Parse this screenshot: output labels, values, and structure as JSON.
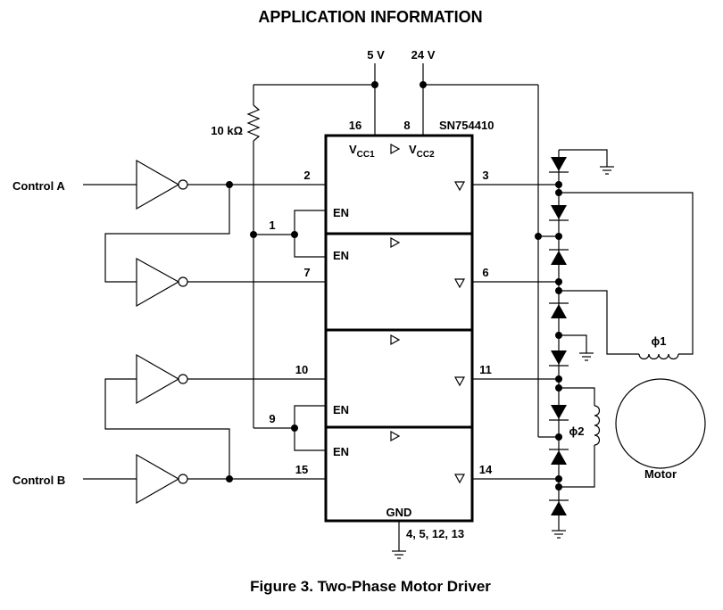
{
  "header": {
    "title": "APPLICATION INFORMATION"
  },
  "caption": "Figure 3. Two-Phase Motor Driver",
  "supplies": {
    "v5": "5 V",
    "v24": "24 V"
  },
  "resistor": {
    "label": "10 kΩ"
  },
  "chip": {
    "name": "SN754410",
    "vcc1": "V",
    "vcc1_sub": "CC1",
    "vcc2": "V",
    "vcc2_sub": "CC2",
    "gnd": "GND",
    "gnd_pins": "4, 5, 12, 13",
    "en_label": "EN"
  },
  "pins": {
    "vcc1": "16",
    "vcc2": "8",
    "in1": "2",
    "en12": "1",
    "in2": "7",
    "in3": "10",
    "en34": "9",
    "in4": "15",
    "out1": "3",
    "out2": "6",
    "out3": "11",
    "out4": "14"
  },
  "controls": {
    "a": "Control A",
    "b": "Control B"
  },
  "coils": {
    "phi1": "ϕ1",
    "phi2": "ϕ2"
  },
  "motor": {
    "label": "Motor"
  }
}
